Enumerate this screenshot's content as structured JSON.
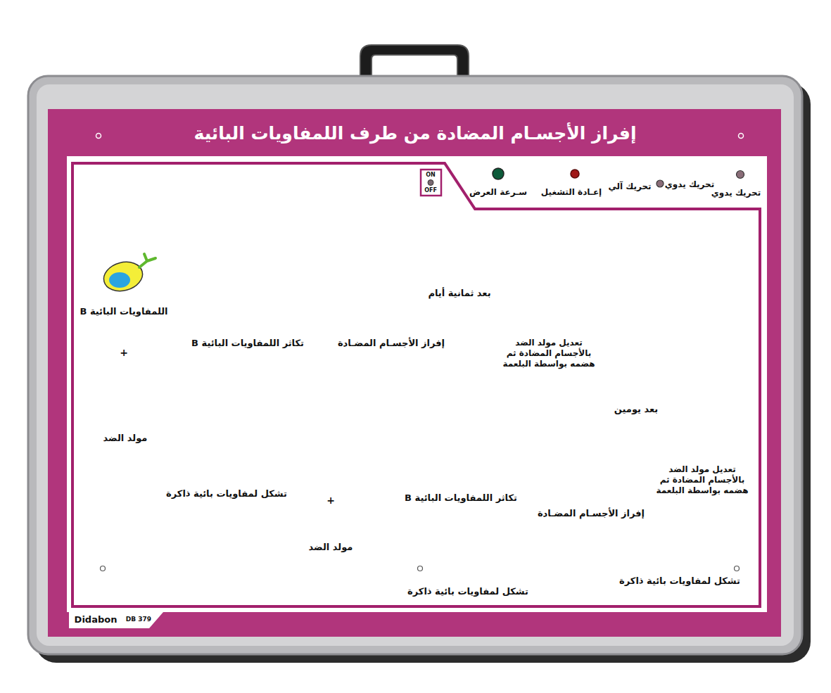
{
  "diagram": {
    "title": "إفراز الأجسـام المضادة من طرف اللمفاويات البائية",
    "labels": [
      "ON",
      "OFF",
      "سـرعة العرض",
      "إعـادة التشغيل",
      "تحريك آلي",
      "تحريك يدوي",
      "تحريك يدوي",
      "اللمفاويات البائية B",
      "بعد ثمانية أيام",
      "تكاثر اللمفاويات البائية B",
      "إفراز الأجسـام المضـادة",
      "تعديل مولد الضد بالأجسام المضادة ثم هضمه بواسطة البلعمة",
      "+",
      "بعد يومين",
      "مولد الضد",
      "تعديل مولد الضد بالأجسام المضادة ثم هضمه بواسطة البلعمة",
      "تشكل لمفاويات بائية ذاكرة",
      "+",
      "تكاثر اللمفاويات البائية B",
      "إفراز الأجسـام المضـادة",
      "مولد الضد",
      "تشكل لمفاويات بائية ذاكرة",
      "تشكل لمفاويات بائية ذاكرة",
      "Didabon",
      "DB 379"
    ]
  }
}
